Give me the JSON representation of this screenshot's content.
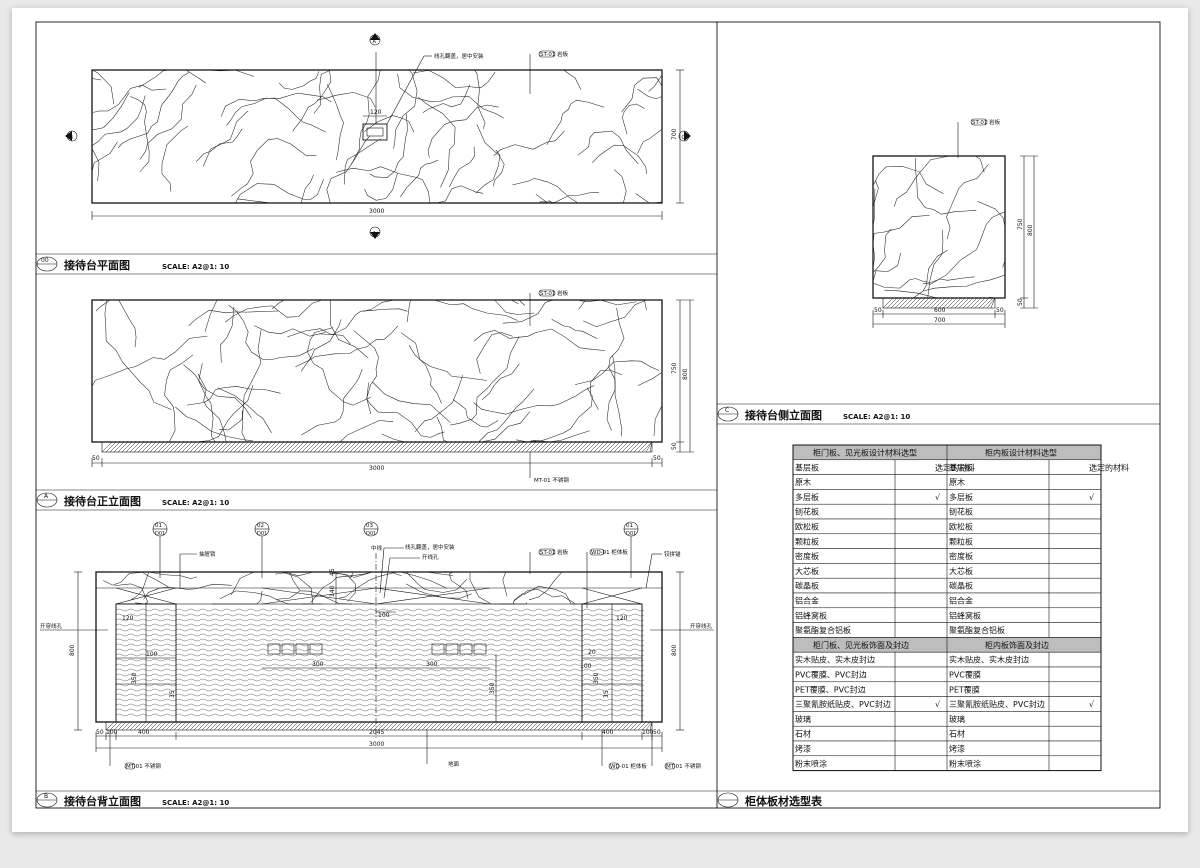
{
  "panels": {
    "plan": {
      "tag": "00",
      "title": "接待台平面图",
      "scale": "SCALE: A2@1: 10"
    },
    "front": {
      "tag": "A",
      "title": "接待台正立面图",
      "scale": "SCALE: A2@1: 10"
    },
    "back": {
      "tag": "B",
      "title": "接待台背立面图",
      "scale": "SCALE: A2@1: 10"
    },
    "side": {
      "tag": "C",
      "title": "接待台侧立面图",
      "scale": "SCALE: A2@1: 10"
    },
    "table_panel": {
      "title": "柜体板材选型表"
    }
  },
  "dims": {
    "plan_width": "3000",
    "plan_depth": "700",
    "plan_hole": "120",
    "front_width": "3000",
    "front_h750": "750",
    "front_h800": "800",
    "front_h50": "50",
    "front_l50": "50",
    "front_r50": "50",
    "side_600": "600",
    "side_700": "700",
    "side_50l": "50",
    "side_50r": "50",
    "side_750": "750",
    "side_800": "800",
    "side_50v": "50",
    "back_3000": "3000",
    "back_2045": "2045",
    "back_400l": "400",
    "back_400r": "400",
    "back_100l": "100",
    "back_100r": "100",
    "back_50l": "50",
    "back_50r": "50",
    "back_800l": "800",
    "back_800r": "800",
    "back_300a": "300",
    "back_300b": "300",
    "back_350": "350",
    "back_140": "140",
    "back_45": "45",
    "back_100c": "100",
    "back_100d": "100",
    "back_100e": "100",
    "back_20": "20",
    "back_120a": "120",
    "back_120b": "120",
    "back_350a": "350",
    "back_350b": "350",
    "back_35a": "35",
    "back_35b": "35"
  },
  "annotations": {
    "plan_hole_note": "线孔翻盖，居中安装",
    "plan_material": "ST-01 岩板",
    "front_material": "ST-01 岩板",
    "front_base": "MT-01 不锈钢",
    "side_material": "ST-01 岩板",
    "back_hole_note": "线孔翻盖，居中安装",
    "back_hole": "开线孔",
    "back_centerline": "中线",
    "back_drawer": "抽屉锁",
    "back_hinge": "铰拼锚",
    "back_material1": "ST-01 岩板",
    "back_material2": "WD-01 柜体板",
    "back_left_hole": "开穿线孔",
    "back_right_hole": "开穿线孔",
    "back_floor": "地面",
    "back_base_left": "MT-01 不锈钢",
    "back_base_mid": "WD-01 柜体板",
    "back_base_right": "MT-01 不锈钢"
  },
  "markers": [
    "A",
    "B",
    "C",
    "A",
    "A",
    "01",
    "02",
    "03",
    "01"
  ],
  "marker_sub": "D01",
  "table": {
    "header_left": "柜门板、见光板设计材料选型",
    "header_right": "柜内板设计材料选型",
    "col1": "基层板",
    "col2": "选定的材料",
    "col3": "基层板",
    "col4": "选定的材料",
    "rows1": [
      [
        "原木",
        "",
        "原木",
        ""
      ],
      [
        "多层板",
        "√",
        "多层板",
        "√"
      ],
      [
        "刨花板",
        "",
        "刨花板",
        ""
      ],
      [
        "欧松板",
        "",
        "欧松板",
        ""
      ],
      [
        "颗粒板",
        "",
        "颗粒板",
        ""
      ],
      [
        "密度板",
        "",
        "密度板",
        ""
      ],
      [
        "大芯板",
        "",
        "大芯板",
        ""
      ],
      [
        "碳晶板",
        "",
        "碳晶板",
        ""
      ],
      [
        "铝合金",
        "",
        "铝合金",
        ""
      ],
      [
        "铝蜂窝板",
        "",
        "铝蜂窝板",
        ""
      ],
      [
        "聚氨酯复合铝板",
        "",
        "聚氨酯复合铝板",
        ""
      ]
    ],
    "header2_left": "柜门板、见光板饰面及封边",
    "header2_right": "柜内板饰面及封边",
    "rows2": [
      [
        "实木贴皮、实木皮封边",
        "",
        "实木贴皮、实木皮封边",
        ""
      ],
      [
        "PVC覆膜、PVC封边",
        "",
        "PVC覆膜",
        ""
      ],
      [
        "PET覆膜、PVC封边",
        "",
        "PET覆膜",
        ""
      ],
      [
        "三聚氰胺纸贴皮、PVC封边",
        "√",
        "三聚氰胺纸贴皮、PVC封边",
        "√"
      ],
      [
        "玻璃",
        "",
        "玻璃",
        ""
      ],
      [
        "石材",
        "",
        "石材",
        ""
      ],
      [
        "烤漆",
        "",
        "烤漆",
        ""
      ],
      [
        "粉末喷涂",
        "",
        "粉末喷涂",
        ""
      ]
    ]
  }
}
